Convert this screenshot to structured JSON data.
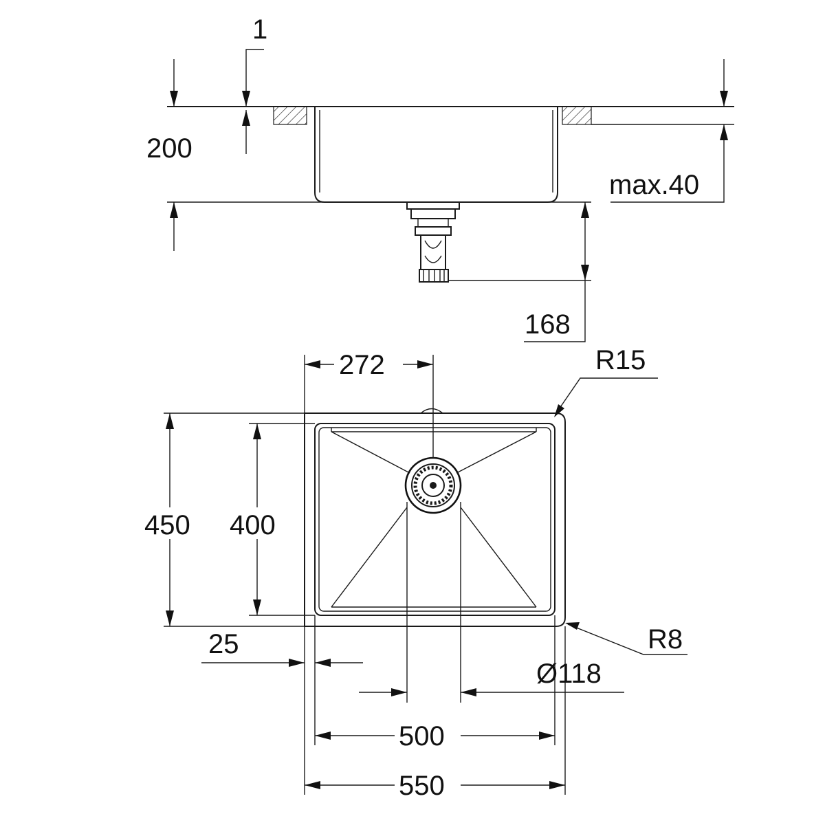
{
  "side_view": {
    "dim_depth": "200",
    "dim_rim": "1",
    "dim_worktop": "max.40",
    "dim_drain": "168"
  },
  "top_view": {
    "dim_drain_offset": "272",
    "dim_corner_outer": "R15",
    "dim_corner_inner": "R8",
    "dim_outer_depth": "450",
    "dim_inner_depth": "400",
    "dim_rim_width": "25",
    "dim_drain_diameter": "Ø118",
    "dim_inner_width": "500",
    "dim_outer_width": "550"
  },
  "colors": {
    "line": "#1a1a1a",
    "background": "#ffffff"
  }
}
